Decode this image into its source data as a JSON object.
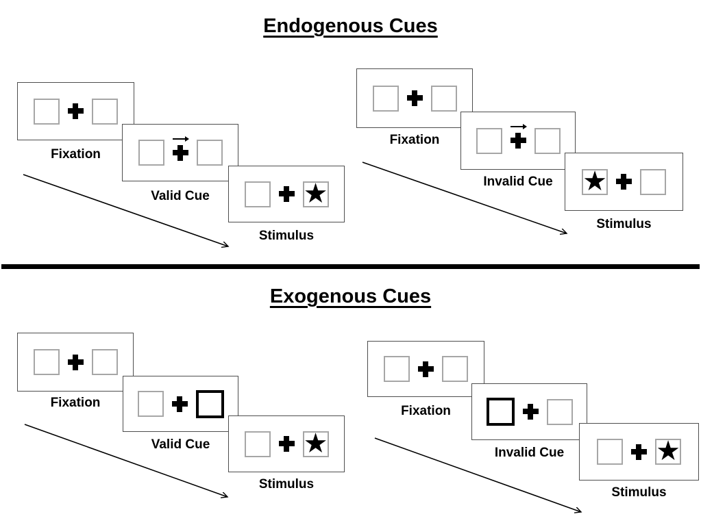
{
  "figure": {
    "sections": [
      {
        "id": "endogenous",
        "title": "Endogenous Cues",
        "sequences": [
          {
            "id": "valid",
            "steps": [
              {
                "label": "Fixation",
                "cue": "none",
                "star": "none"
              },
              {
                "label": "Valid Cue",
                "cue": "arrow-right",
                "star": "none"
              },
              {
                "label": "Stimulus",
                "cue": "none",
                "star": "right"
              }
            ]
          },
          {
            "id": "invalid",
            "steps": [
              {
                "label": "Fixation",
                "cue": "none",
                "star": "none"
              },
              {
                "label": "Invalid Cue",
                "cue": "arrow-right",
                "star": "none"
              },
              {
                "label": "Stimulus",
                "cue": "none",
                "star": "left"
              }
            ]
          }
        ]
      },
      {
        "id": "exogenous",
        "title": "Exogenous Cues",
        "sequences": [
          {
            "id": "valid",
            "steps": [
              {
                "label": "Fixation",
                "cue": "none",
                "star": "none"
              },
              {
                "label": "Valid Cue",
                "cue": "bold-right",
                "star": "none"
              },
              {
                "label": "Stimulus",
                "cue": "none",
                "star": "right"
              }
            ]
          },
          {
            "id": "invalid",
            "steps": [
              {
                "label": "Fixation",
                "cue": "none",
                "star": "none"
              },
              {
                "label": "Invalid Cue",
                "cue": "bold-left",
                "star": "none"
              },
              {
                "label": "Stimulus",
                "cue": "none",
                "star": "right"
              }
            ]
          }
        ]
      }
    ]
  },
  "icons": {
    "star_glyph": "★",
    "cue_arrow": "right-arrow",
    "fixation_cross": "plus"
  },
  "colors": {
    "panel_border": "#4d4d4d",
    "box_border": "#a6a6a6",
    "ink": "#000000",
    "background": "#ffffff"
  }
}
